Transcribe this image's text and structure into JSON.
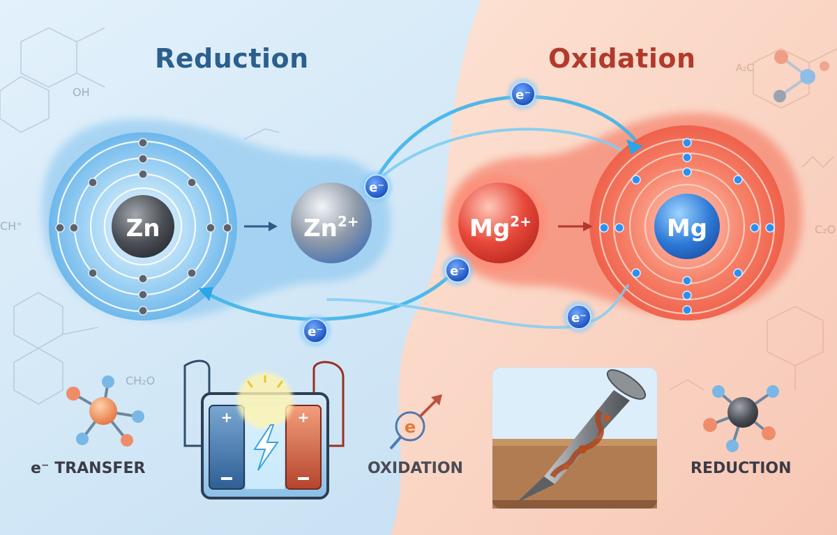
{
  "headings": {
    "left": "Reduction",
    "right": "Oxidation"
  },
  "atoms": {
    "zn": "Zn",
    "zn_ion": {
      "symbol": "Zn",
      "charge": "2+"
    },
    "mg_ion": {
      "symbol": "Mg",
      "charge": "2+"
    },
    "mg": "Mg"
  },
  "electron_label": "e⁻",
  "captions": {
    "transfer": "e⁻ TRANSFER",
    "oxidation": "OXIDATION",
    "reduction": "REDUCTION"
  },
  "icon_letter": "e",
  "formulas": {
    "oh": "OH",
    "ch": "CH⁺",
    "ch2o": "CH₂O",
    "a2c": "A₂C",
    "c2o": "C₂O"
  },
  "colors": {
    "left_bg": "#cfe6f6",
    "right_bg": "#fbd3c3",
    "left_title": "#2b5f8e",
    "right_title": "#b23a2b",
    "electron": "#2a62d8",
    "arc": "#3fb2ea"
  }
}
